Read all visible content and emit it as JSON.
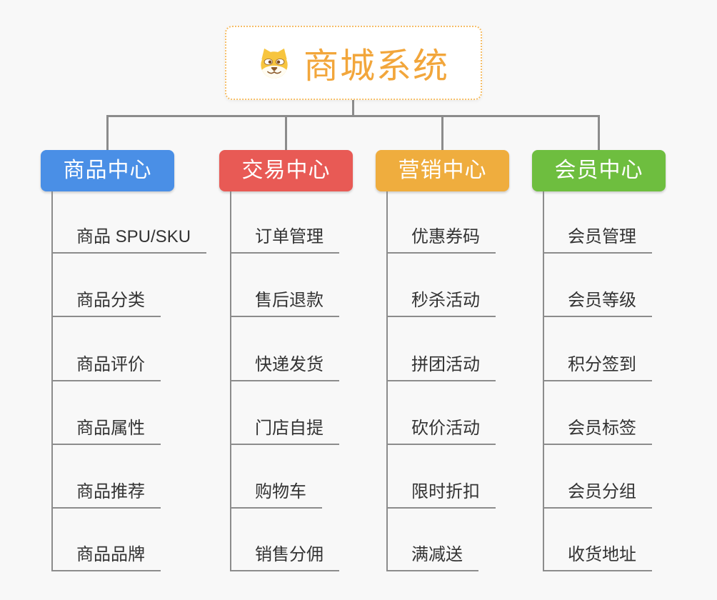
{
  "root": {
    "title": "商城系统",
    "icon": "dog-icon"
  },
  "colors": {
    "background": "#F8F8F8",
    "connector": "#8C8C8C",
    "root_border": "#F6BE67",
    "root_title": "#F2A63B",
    "leaf_text": "#333333",
    "branch_text": "#FFFFFF"
  },
  "branches": [
    {
      "label": "商品中心",
      "color": "#4A8FE6",
      "items": [
        "商品 SPU/SKU",
        "商品分类",
        "商品评价",
        "商品属性",
        "商品推荐",
        "商品品牌"
      ]
    },
    {
      "label": "交易中心",
      "color": "#E85A55",
      "items": [
        "订单管理",
        "售后退款",
        "快递发货",
        "门店自提",
        "购物车",
        "销售分佣"
      ]
    },
    {
      "label": "营销中心",
      "color": "#EFAD3E",
      "items": [
        "优惠券码",
        "秒杀活动",
        "拼团活动",
        "砍价活动",
        "限时折扣",
        "满减送"
      ]
    },
    {
      "label": "会员中心",
      "color": "#6EBE3F",
      "items": [
        "会员管理",
        "会员等级",
        "积分签到",
        "会员标签",
        "会员分组",
        "收货地址"
      ]
    }
  ]
}
